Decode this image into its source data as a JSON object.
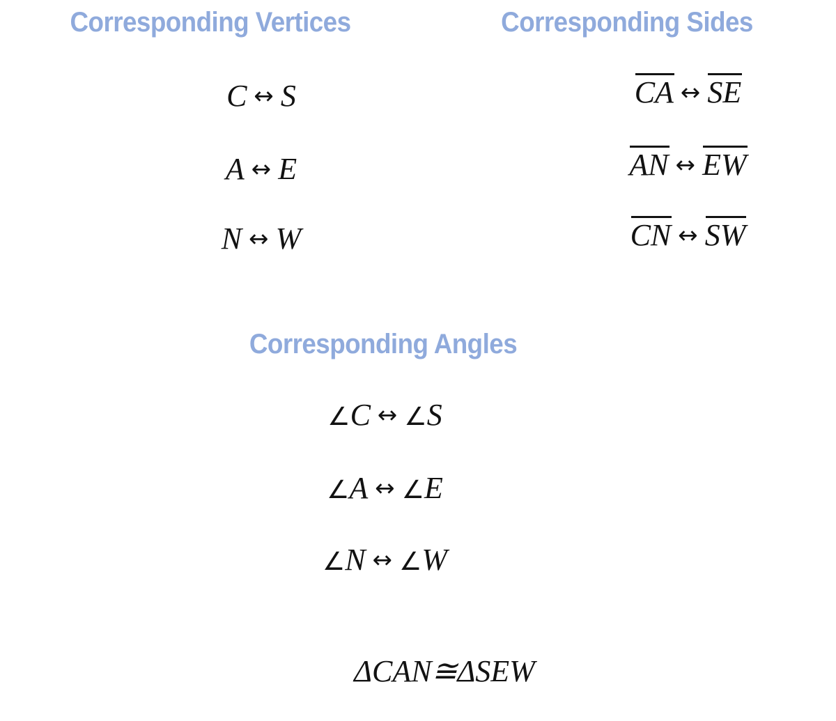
{
  "slide": {
    "background_color": "#FFFFFF",
    "heading_color": "#8FAADC",
    "text_color": "#121212"
  },
  "sections": {
    "vertices": {
      "heading": "Corresponding Vertices",
      "rows": [
        {
          "left": "C",
          "arrow": "↔",
          "right": "S",
          "full": "C ↔ S"
        },
        {
          "left": "A",
          "arrow": "↔",
          "right": "E",
          "full": "A ↔ E"
        },
        {
          "left": "N",
          "arrow": "↔",
          "right": "W",
          "full": "N ↔ W"
        }
      ]
    },
    "sides": {
      "heading": "Corresponding Sides",
      "rows": [
        {
          "left": "CA",
          "arrow": "↔",
          "right": "SE",
          "full": "CA ↔ SE"
        },
        {
          "left": "AN",
          "arrow": "↔",
          "right": "EW",
          "full": "AN ↔ EW"
        },
        {
          "left": "CN",
          "arrow": "↔",
          "right": "SW",
          "full": "CN ↔ SW"
        }
      ]
    },
    "angles": {
      "heading": "Corresponding Angles",
      "angle_symbol": "∠",
      "rows": [
        {
          "left": "C",
          "arrow": "↔",
          "right": "S",
          "full": "∠C ↔ ∠S"
        },
        {
          "left": "A",
          "arrow": "↔",
          "right": "E",
          "full": "∠A ↔ ∠E"
        },
        {
          "left": "N",
          "arrow": "↔",
          "right": "W",
          "full": "∠N ↔ ∠W"
        }
      ]
    }
  },
  "conclusion": {
    "delta": "Δ",
    "left_triangle": "CAN",
    "congruent_symbol": "≅",
    "right_triangle": "SEW",
    "full": "ΔCAN ≅ ΔSEW"
  }
}
